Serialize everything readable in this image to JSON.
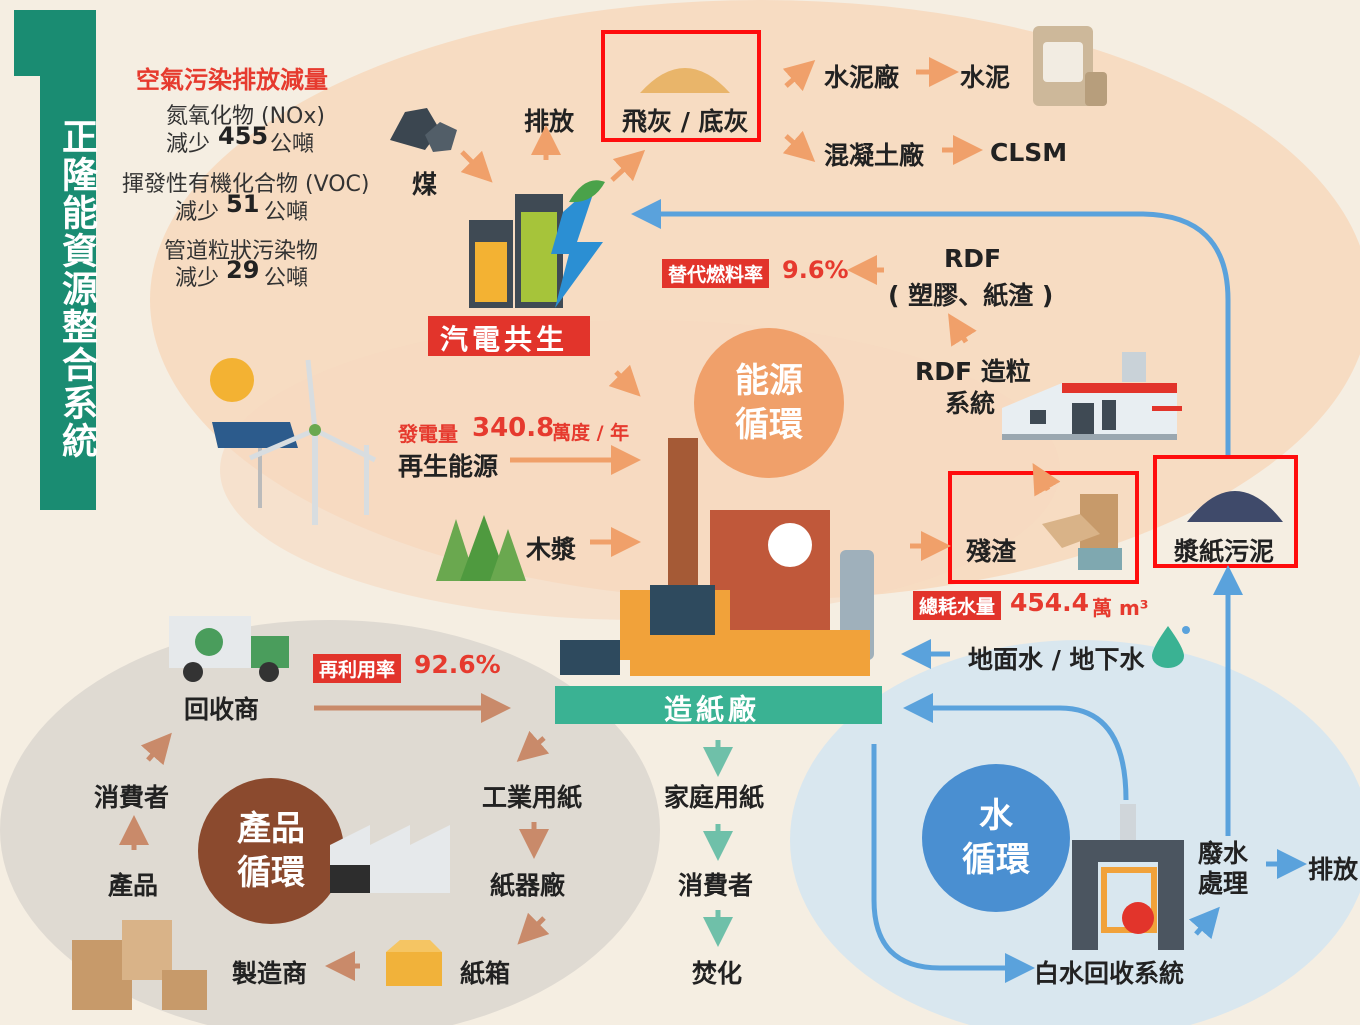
{
  "title": "正隆能資源整合系統",
  "air": {
    "heading": "空氣污染排放減量",
    "nox_label": "氮氧化物 (NOx)",
    "nox_pre": "減少",
    "nox_value": "455",
    "nox_unit": "公噸",
    "voc_label": "揮發性有機化合物 (VOC)",
    "voc_pre": "減少",
    "voc_value": "51",
    "voc_unit": "公噸",
    "pm_label": "管道粒狀污染物",
    "pm_pre": "減少",
    "pm_value": "29",
    "pm_unit": "公噸"
  },
  "energy": {
    "coal": "煤",
    "emission": "排放",
    "fly_ash": "飛灰 / 底灰",
    "cement_plant": "水泥廠",
    "cement": "水泥",
    "concrete_plant": "混凝土廠",
    "clsm": "CLSM",
    "cogen": "汽電共生",
    "rdf": "RDF",
    "rdf_detail": "( 塑膠、紙渣 )",
    "alt_fuel_tag": "替代燃料率",
    "alt_fuel_value": "9.6%",
    "rdf_system_line1": "RDF 造粒",
    "rdf_system_line2": "系統",
    "cycle_line1": "能源",
    "cycle_line2": "循環",
    "power_tag": "發電量",
    "power_value": "340.8",
    "power_unit": "萬度 / 年",
    "renewable": "再生能源",
    "pulp": "木漿",
    "residue": "殘渣",
    "sludge": "漿紙污泥"
  },
  "water": {
    "consumption_tag": "總耗水量",
    "consumption_value": "454.4",
    "consumption_unit": "萬 m³",
    "source": "地面水 / 地下水",
    "cycle_line1": "水",
    "cycle_line2": "循環",
    "treatment_line1": "廢水",
    "treatment_line2": "處理",
    "discharge": "排放",
    "whitewater": "白水回收系統"
  },
  "paper_mill": "造紙廠",
  "home_paper": "家庭用紙",
  "consumer_mid": "消費者",
  "incineration": "焚化",
  "product": {
    "recycler": "回收商",
    "reuse_tag": "再利用率",
    "reuse_value": "92.6%",
    "consumer": "消費者",
    "product": "產品",
    "manufacturer": "製造商",
    "carton": "紙箱",
    "container_plant": "紙器廠",
    "industrial_paper": "工業用紙",
    "cycle_line1": "產品",
    "cycle_line2": "循環"
  },
  "colors": {
    "teal": "#1a8c72",
    "red": "#e63a2e",
    "orange": "#f0a06a",
    "blue": "#5aa2dc",
    "brown": "#8b4a2e"
  }
}
